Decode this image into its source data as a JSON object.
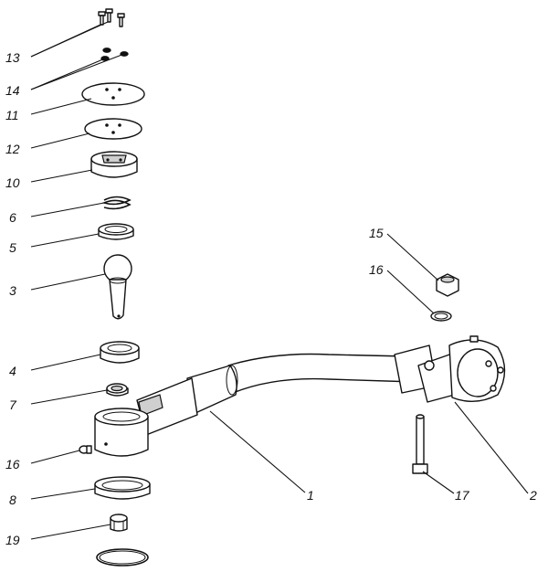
{
  "colors": {
    "ink": "#111111",
    "paper": "#ffffff",
    "shade": "#cfcfcf"
  },
  "callouts": {
    "c13": "13",
    "c14": "14",
    "c11": "11",
    "c12": "12",
    "c10": "10",
    "c6": "6",
    "c5": "5",
    "c3": "3",
    "c4": "4",
    "c7": "7",
    "c16a": "16",
    "c8": "8",
    "c19": "19",
    "c15": "15",
    "c16b": "16",
    "c1": "1",
    "c17": "17",
    "c2": "2"
  }
}
